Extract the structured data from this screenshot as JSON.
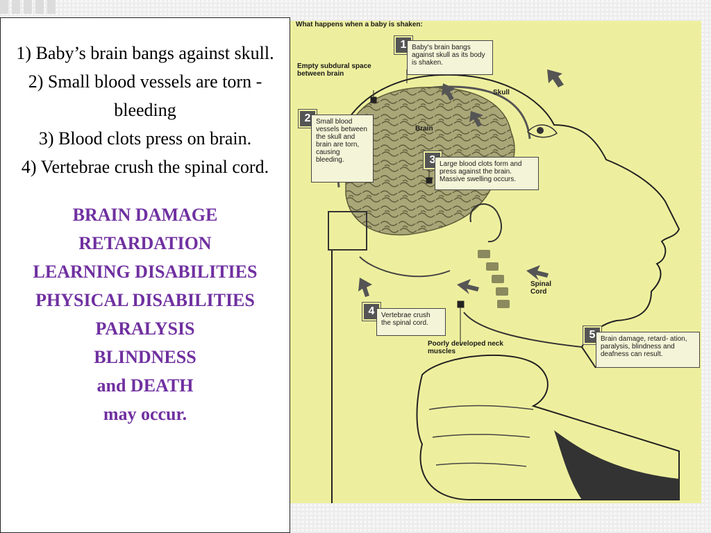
{
  "left_panel": {
    "steps": [
      "1) Baby’s brain bangs against skull.",
      "2) Small blood vessels are torn - bleeding",
      "3) Blood clots press on brain.",
      "4) Vertebrae crush the spinal cord."
    ],
    "effects": [
      "BRAIN DAMAGE",
      "RETARDATION",
      "LEARNING DISABILITIES",
      "PHYSICAL DISABILITIES",
      "PARALYSIS",
      "BLINDNESS",
      "and DEATH",
      "may occur."
    ],
    "effects_color": "#7030a0"
  },
  "diagram": {
    "title": "What happens when a baby is shaken:",
    "labels": {
      "empty_space": "Empty subdural space between brain",
      "skull": "Skull",
      "brain": "Brain",
      "spinal_cord": "Spinal Cord",
      "neck_muscles": "Poorly developed neck muscles"
    },
    "callouts": [
      {
        "number": "1",
        "text": "Baby's brain bangs against skull as its body is shaken."
      },
      {
        "number": "2",
        "text": "Small blood vessels between the skull and brain are torn, causing bleeding."
      },
      {
        "number": "3",
        "text": "Large blood clots form and press against the brain. Massive swelling occurs."
      },
      {
        "number": "4",
        "text": "Vertebrae crush the spinal cord."
      },
      {
        "number": "5",
        "text": "Brain damage, retard- ation, paralysis, blindness and deafness can result."
      }
    ],
    "background_color": "#eeef9e"
  }
}
